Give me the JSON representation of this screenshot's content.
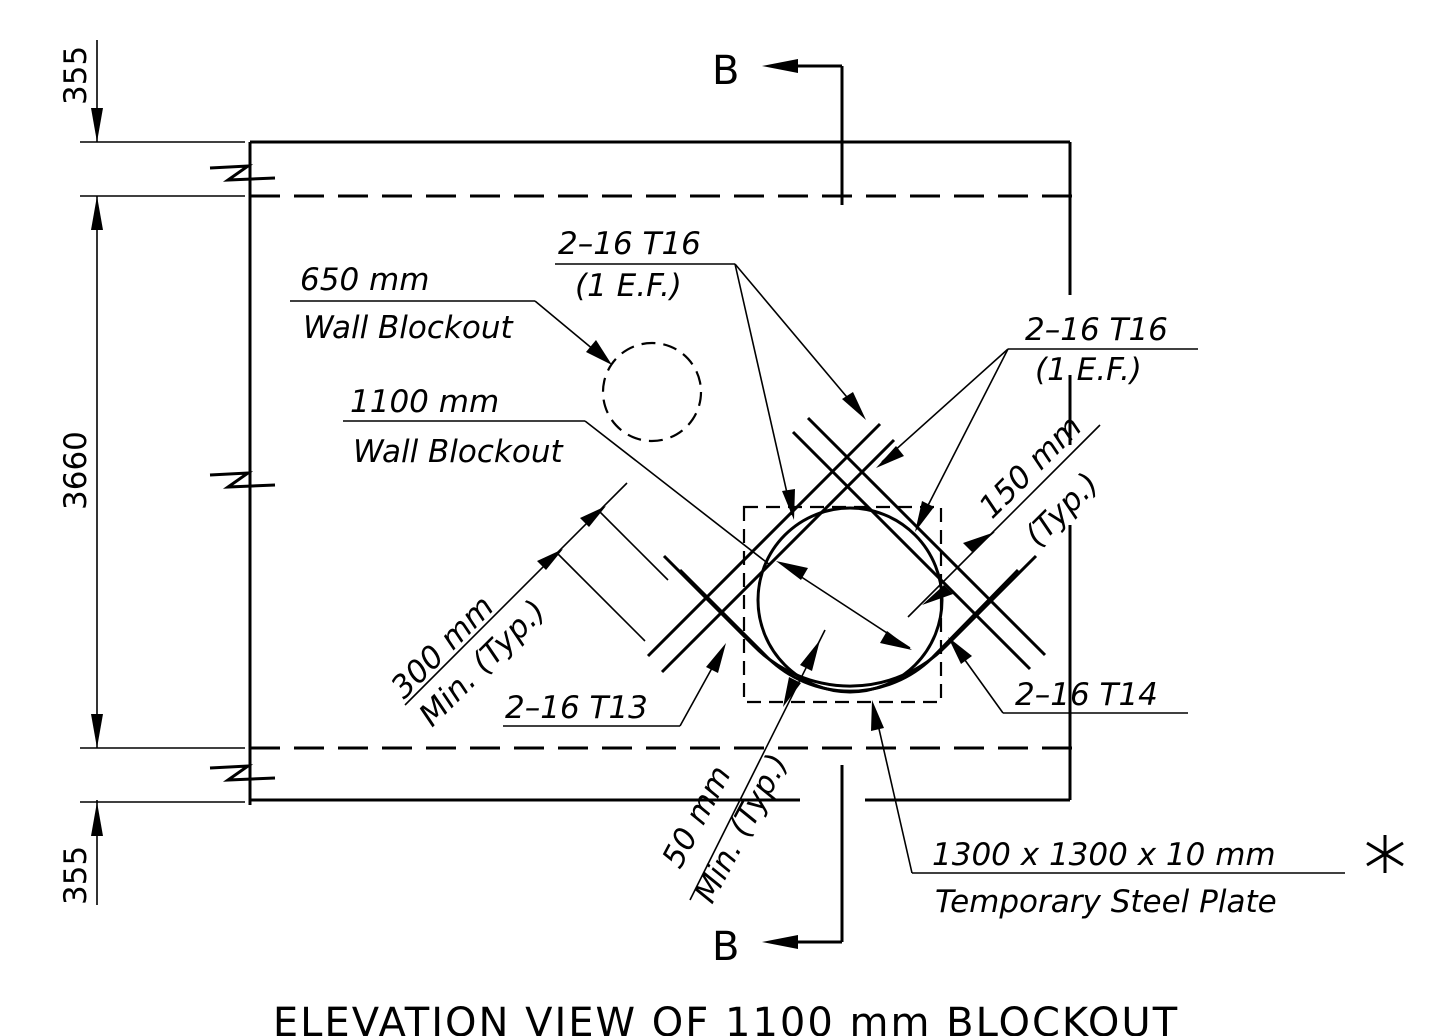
{
  "section": {
    "top_label": "B",
    "bottom_label": "B"
  },
  "dimensions": {
    "top": "355",
    "middle": "3660",
    "bottom": "355"
  },
  "labels": {
    "wall_blockout_650_size": "650 mm",
    "wall_blockout_650_desc": "Wall Blockout",
    "wall_blockout_1100_size": "1100 mm",
    "wall_blockout_1100_desc": "Wall Blockout",
    "rebar_top_left": "2–16 T16",
    "rebar_top_left_note": "(1 E.F.)",
    "rebar_top_right": "2–16 T16",
    "rebar_top_right_note": "(1 E.F.)",
    "spacing_150": "150 mm",
    "spacing_150_note": "(Typ.)",
    "spacing_300": "300 mm",
    "spacing_300_note": "Min. (Typ.)",
    "rebar_left": "2–16 T13",
    "rebar_right": "2–16 T14",
    "spacing_50": "50 mm",
    "spacing_50_note": "Min. (Typ.)",
    "plate_size": "1300 x 1300 x 10 mm",
    "plate_desc": "Temporary Steel Plate",
    "asterisk": "*"
  },
  "title": "ELEVATION VIEW OF 1100 mm BLOCKOUT"
}
